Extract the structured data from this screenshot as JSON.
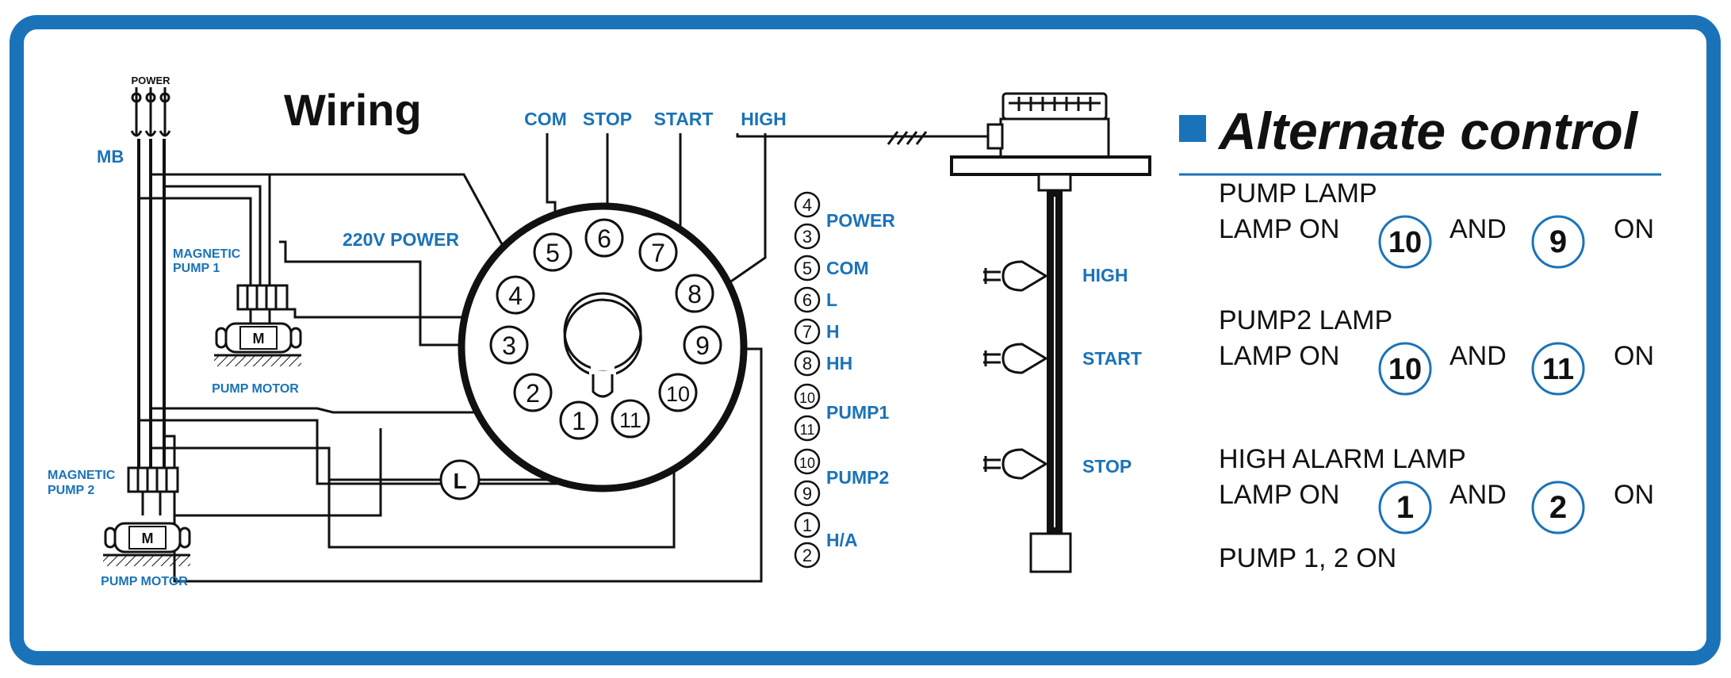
{
  "colors": {
    "accent": "#1a73b8",
    "frame": "#1a73b8",
    "text": "#111111"
  },
  "wiring": {
    "title": "Wiring",
    "power_tag": "POWER",
    "mb": "MB",
    "magnetic_pump1": [
      "MAGNETIC",
      "PUMP 1"
    ],
    "magnetic_pump2": [
      "MAGNETIC",
      "PUMP 2"
    ],
    "pump_motor": "PUMP MOTOR",
    "motor_mark": "M",
    "lamp_mark": "L",
    "power_220": "220V POWER",
    "top_labels": [
      "COM",
      "STOP",
      "START",
      "HIGH"
    ],
    "socket_pins": [
      "1",
      "2",
      "3",
      "4",
      "5",
      "6",
      "7",
      "8",
      "9",
      "10",
      "11"
    ]
  },
  "pin_legend": [
    {
      "pins": [
        "4",
        "3"
      ],
      "label": "POWER"
    },
    {
      "pins": [
        "5"
      ],
      "label": "COM"
    },
    {
      "pins": [
        "6"
      ],
      "label": "L"
    },
    {
      "pins": [
        "7"
      ],
      "label": "H"
    },
    {
      "pins": [
        "8"
      ],
      "label": "HH"
    },
    {
      "pins": [
        "10",
        "11"
      ],
      "label": "PUMP1"
    },
    {
      "pins": [
        "10",
        "9"
      ],
      "label": "PUMP2"
    },
    {
      "pins": [
        "1",
        "2"
      ],
      "label": "H/A"
    }
  ],
  "sensor": {
    "labels": [
      "HIGH",
      "START",
      "STOP"
    ]
  },
  "alternate": {
    "title": "Alternate control",
    "items": [
      {
        "name": "PUMP LAMP",
        "lead": "LAMP ON",
        "a": "10",
        "and": "AND",
        "b": "9",
        "tail": "ON"
      },
      {
        "name": "PUMP2 LAMP",
        "lead": "LAMP ON",
        "a": "10",
        "and": "AND",
        "b": "11",
        "tail": "ON"
      },
      {
        "name": "HIGH ALARM LAMP",
        "lead": "LAMP ON",
        "a": "1",
        "and": "AND",
        "b": "2",
        "tail": "ON"
      }
    ],
    "footer": "PUMP 1, 2 ON"
  }
}
